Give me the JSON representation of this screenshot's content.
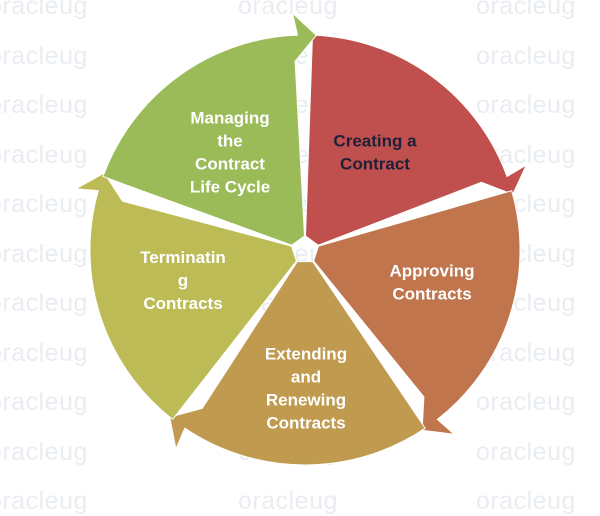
{
  "watermark": {
    "text": "oracleug"
  },
  "diagram": {
    "segments": [
      {
        "id": "creating",
        "lines": [
          "Creating a",
          "Contract"
        ],
        "fill": "#c0504d",
        "text_color": "#1f1f3a"
      },
      {
        "id": "approving",
        "lines": [
          "Approving",
          "Contracts"
        ],
        "fill": "#c0754d",
        "text_color": "#ffffff"
      },
      {
        "id": "extending",
        "lines": [
          "Extending",
          "and",
          "Renewing",
          "Contracts"
        ],
        "fill": "#c09a4f",
        "text_color": "#ffffff"
      },
      {
        "id": "terminating",
        "lines": [
          "Terminatin",
          "g",
          "Contracts"
        ],
        "fill": "#bdbb56",
        "text_color": "#ffffff"
      },
      {
        "id": "managing",
        "lines": [
          "Managing",
          "the",
          "Contract",
          "Life Cycle"
        ],
        "fill": "#9bbb59",
        "text_color": "#ffffff"
      }
    ]
  }
}
